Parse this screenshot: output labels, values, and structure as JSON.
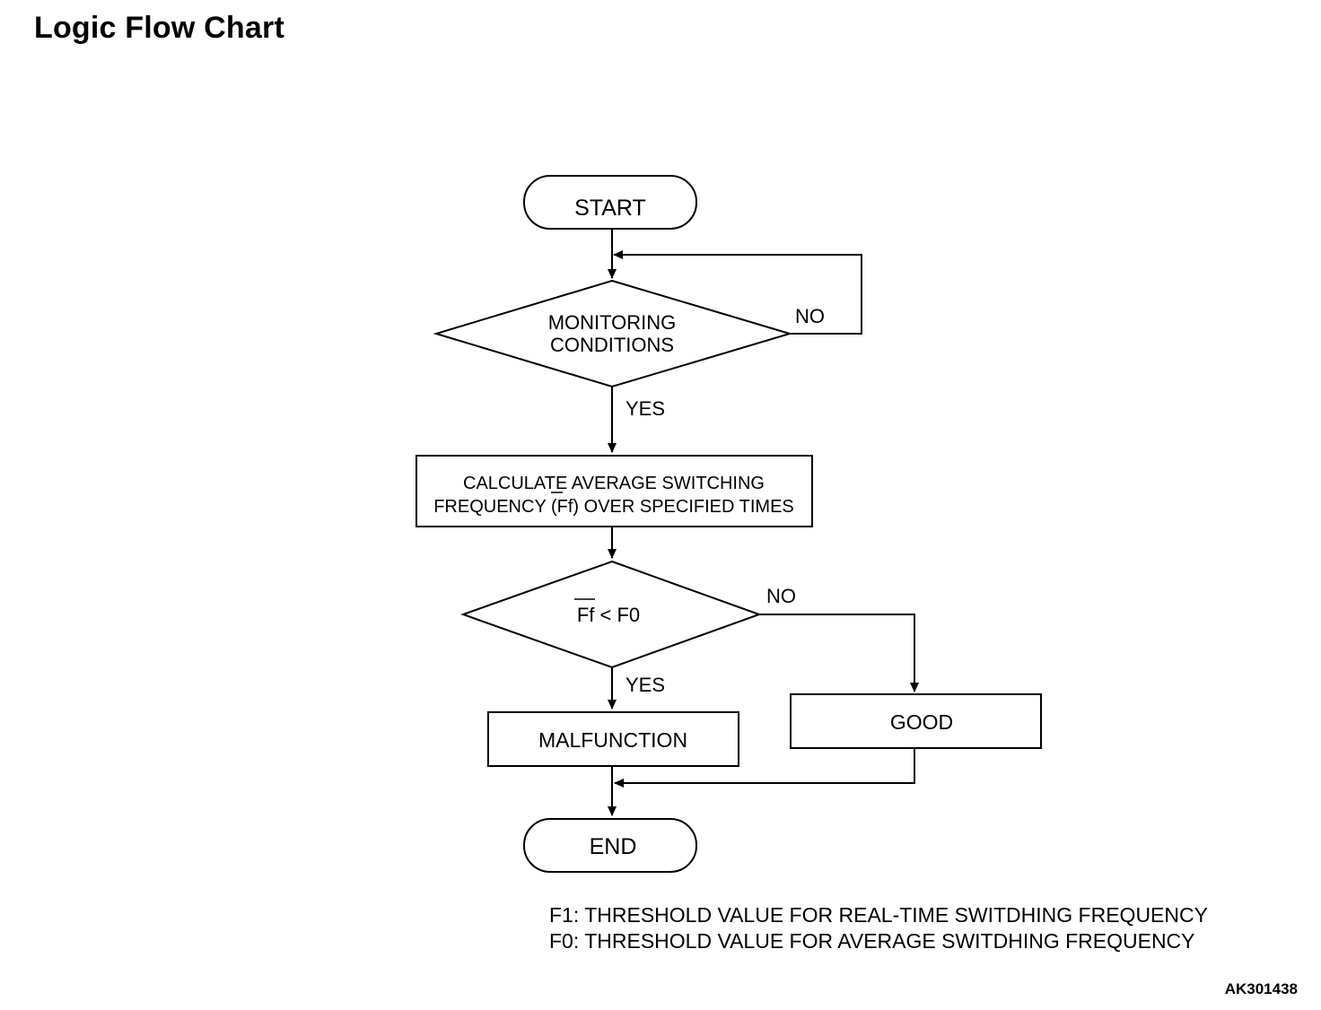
{
  "title": "Logic Flow Chart",
  "nodes": {
    "start": "START",
    "monitoring": [
      "MONITORING",
      "CONDITIONS"
    ],
    "calculate": [
      "CALCULATE AVERAGE SWITCHING",
      "FREQUENCY (Ff) OVER SPECIFIED TIMES"
    ],
    "compare": "Ff < F0",
    "malfunction": "MALFUNCTION",
    "good": "GOOD",
    "end": "END"
  },
  "branch_labels": {
    "monitoring_no": "NO",
    "monitoring_yes": "YES",
    "compare_no": "NO",
    "compare_yes": "YES"
  },
  "legend": {
    "f1": "F1: THRESHOLD VALUE FOR REAL-TIME SWITDHING FREQUENCY",
    "f0": "F0: THRESHOLD VALUE FOR AVERAGE SWITDHING FREQUENCY"
  },
  "figure_id": "AK301438"
}
